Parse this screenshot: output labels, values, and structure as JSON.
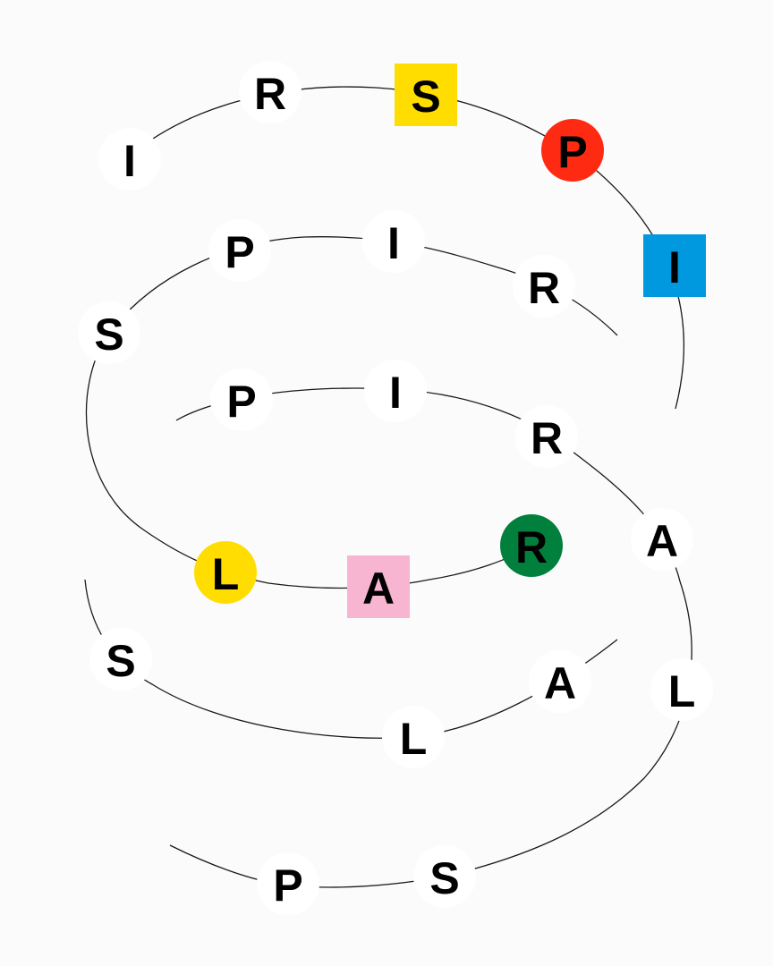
{
  "title": "SPIRAL",
  "letters": [
    {
      "char": "I",
      "shape": "circle",
      "color": "#ffffff"
    },
    {
      "char": "R",
      "shape": "circle",
      "color": "#ffffff"
    },
    {
      "char": "S",
      "shape": "square",
      "color": "#ffdd00"
    },
    {
      "char": "P",
      "shape": "circle",
      "color": "#ff2a12"
    },
    {
      "char": "I",
      "shape": "square",
      "color": "#0099e0"
    },
    {
      "char": "P",
      "shape": "circle",
      "color": "#ffffff"
    },
    {
      "char": "I",
      "shape": "circle",
      "color": "#ffffff"
    },
    {
      "char": "R",
      "shape": "circle",
      "color": "#ffffff"
    },
    {
      "char": "S",
      "shape": "circle",
      "color": "#ffffff"
    },
    {
      "char": "P",
      "shape": "circle",
      "color": "#ffffff"
    },
    {
      "char": "I",
      "shape": "circle",
      "color": "#ffffff"
    },
    {
      "char": "R",
      "shape": "circle",
      "color": "#ffffff"
    },
    {
      "char": "A",
      "shape": "circle",
      "color": "#ffffff"
    },
    {
      "char": "R",
      "shape": "circle",
      "color": "#00803c"
    },
    {
      "char": "L",
      "shape": "circle",
      "color": "#ffdd00"
    },
    {
      "char": "A",
      "shape": "square",
      "color": "#f7b5d2"
    },
    {
      "char": "S",
      "shape": "circle",
      "color": "#ffffff"
    },
    {
      "char": "A",
      "shape": "circle",
      "color": "#ffffff"
    },
    {
      "char": "L",
      "shape": "circle",
      "color": "#ffffff"
    },
    {
      "char": "L",
      "shape": "circle",
      "color": "#ffffff"
    },
    {
      "char": "P",
      "shape": "circle",
      "color": "#ffffff"
    },
    {
      "char": "S",
      "shape": "circle",
      "color": "#ffffff"
    }
  ]
}
